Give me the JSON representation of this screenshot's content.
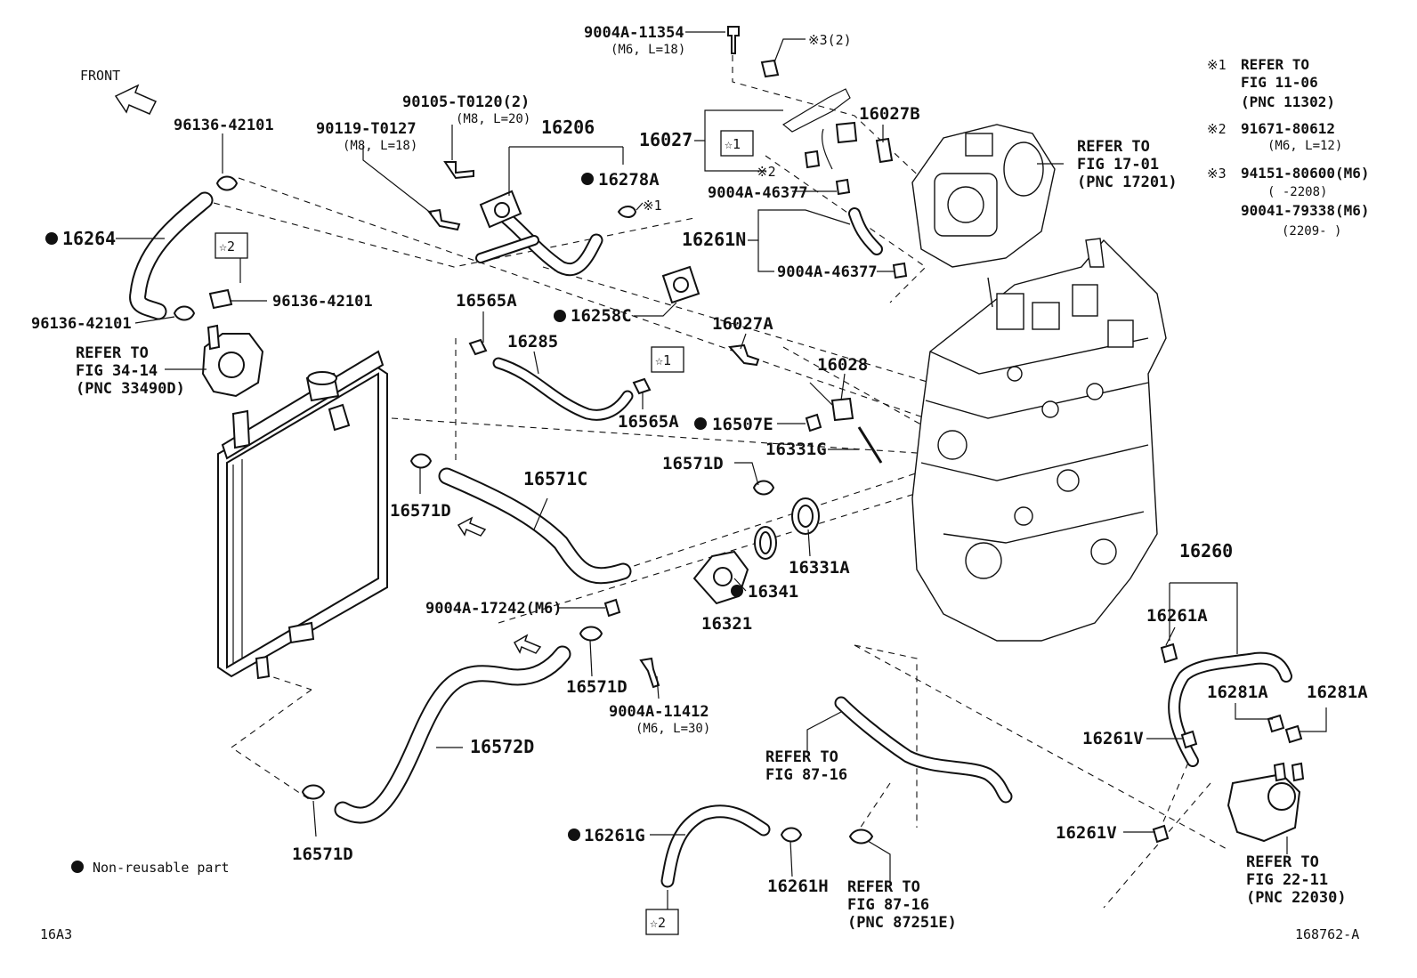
{
  "front_label": "FRONT",
  "footnote": "Non-reusable part",
  "figure_code": "16A3",
  "illustration_id": "168762-A",
  "notes": [
    {
      "mark": "※1",
      "lines": [
        "REFER TO",
        "FIG 11-06",
        "(PNC 11302)"
      ]
    },
    {
      "mark": "※2",
      "lines": [
        "91671-80612",
        "(M6, L=12)"
      ]
    },
    {
      "mark": "※3",
      "lines": [
        "94151-80600(M6)",
        "(      -2208)",
        "90041-79338(M6)",
        "(2209-      )"
      ]
    }
  ],
  "boxed_marks": {
    "star1": "☆1",
    "star2": "☆2"
  },
  "labels": {
    "p_9004a_11354": "9004A-11354",
    "p_9004a_11354_spec": "(M6, L=18)",
    "p_ref3_2": "※3(2)",
    "p_96136_top": "96136-42101",
    "p_90119": "90119-T0127",
    "p_90119_spec": "(M8, L=18)",
    "p_90105": "90105-T0120(2)",
    "p_90105_spec": "(M8, L=20)",
    "p_16206": "16206",
    "p_16278a": "16278A",
    "p_ref1": "※1",
    "p_16027": "16027",
    "p_16027b": "16027B",
    "p_ref2": "※2",
    "p_9004a_46377_a": "9004A-46377",
    "p_refer_17_01": [
      "REFER TO",
      "FIG 17-01",
      "(PNC 17201)"
    ],
    "p_16264": "16264",
    "p_96136_mid": "96136-42101",
    "p_96136_left": "96136-42101",
    "p_refer_34_14": [
      "REFER TO",
      "FIG 34-14",
      "(PNC 33490D)"
    ],
    "p_16261n": "16261N",
    "p_9004a_46377_b": "9004A-46377",
    "p_16565a_top": "16565A",
    "p_16285": "16285",
    "p_16258c": "16258C",
    "p_16027a": "16027A",
    "p_16565a_bottom": "16565A",
    "p_16028": "16028",
    "p_16507e": "16507E",
    "p_16331g": "16331G",
    "p_16571d_mid": "16571D",
    "p_16571c": "16571C",
    "p_16571d_left": "16571D",
    "p_16331a": "16331A",
    "p_9004a_17242": "9004A-17242(M6)",
    "p_16341": "16341",
    "p_16321": "16321",
    "p_16260": "16260",
    "p_16261a": "16261A",
    "p_16571d_low": "16571D",
    "p_9004a_11412": "9004A-11412",
    "p_9004a_11412_spec": "(M6, L=30)",
    "p_16281a_left": "16281A",
    "p_16281a_right": "16281A",
    "p_16261v_top": "16261V",
    "p_16572d": "16572D",
    "p_refer_87_16_a": [
      "REFER TO",
      "FIG 87-16"
    ],
    "p_16571d_bottom": "16571D",
    "p_16261g": "16261G",
    "p_16261h": "16261H",
    "p_refer_87_16_b": [
      "REFER TO",
      "FIG 87-16",
      "(PNC 87251E)"
    ],
    "p_16261v_bottom": "16261V",
    "p_refer_22_11": [
      "REFER TO",
      "FIG 22-11",
      "(PNC 22030)"
    ]
  }
}
